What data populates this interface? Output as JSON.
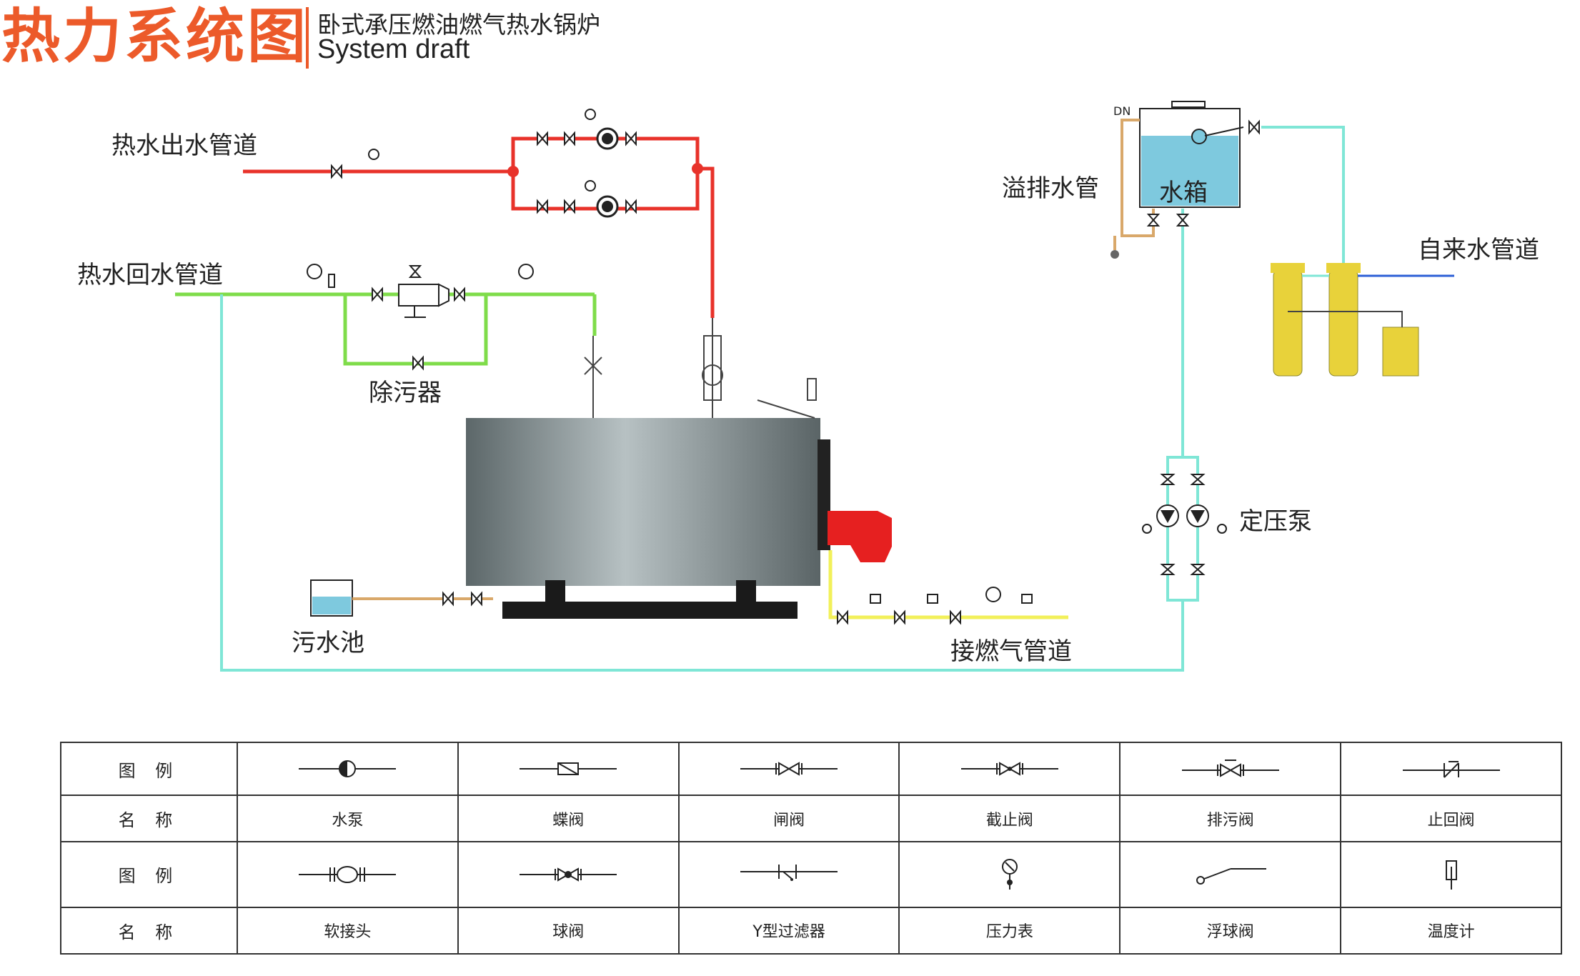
{
  "header": {
    "title_cn": "热力系统图",
    "subtitle_cn": "卧式承压燃油燃气热水锅炉",
    "subtitle_en": "System draft"
  },
  "labels": {
    "hot_water_out": "热水出水管道",
    "hot_water_return": "热水回水管道",
    "dirt_separator": "除污器",
    "sewage_pool": "污水池",
    "gas_pipe": "接燃气管道",
    "overflow_pipe": "溢排水管",
    "water_tank": "水箱",
    "tap_water_pipe": "自来水管道",
    "pressure_pump": "定压泵",
    "dn_mark": "DN"
  },
  "legend": {
    "symbol_header": "图 例",
    "name_header": "名 称",
    "row1": [
      {
        "name": "水泵",
        "icon": "pump-icon"
      },
      {
        "name": "蝶阀",
        "icon": "butterfly-valve-icon"
      },
      {
        "name": "闸阀",
        "icon": "gate-valve-icon"
      },
      {
        "name": "截止阀",
        "icon": "globe-valve-icon"
      },
      {
        "name": "排污阀",
        "icon": "blowdown-valve-icon"
      },
      {
        "name": "止回阀",
        "icon": "check-valve-icon"
      }
    ],
    "row2": [
      {
        "name": "软接头",
        "icon": "flexible-joint-icon"
      },
      {
        "name": "球阀",
        "icon": "ball-valve-icon"
      },
      {
        "name": "Y型过滤器",
        "icon": "y-strainer-icon"
      },
      {
        "name": "压力表",
        "icon": "pressure-gauge-icon"
      },
      {
        "name": "浮球阀",
        "icon": "float-valve-icon"
      },
      {
        "name": "温度计",
        "icon": "thermometer-icon"
      }
    ]
  },
  "colors": {
    "title": "#ec5a2a",
    "hot_water_out_pipe": "#e8322a",
    "return_pipe": "#7fdc4a",
    "cold_water_pipe": "#7fe6d6",
    "overflow_pipe": "#d9a86a",
    "gas_pipe": "#f2f05a",
    "tap_water_pipe": "#2c5fd6",
    "boiler_body": "#7f8c8e",
    "burner": "#e62020",
    "softener": "#e8d23a",
    "tank_water": "#7ec9de"
  }
}
